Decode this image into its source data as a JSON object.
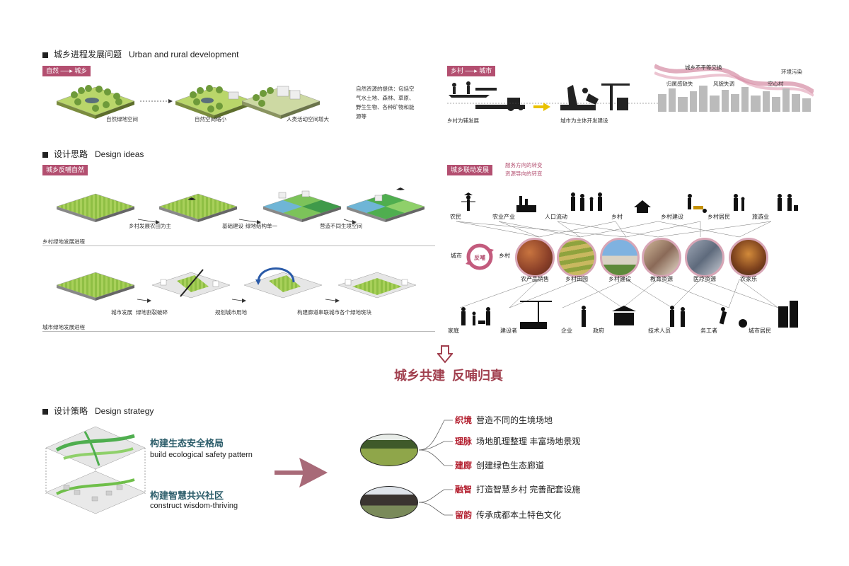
{
  "section1": {
    "title_cn": "城乡进程发展问题",
    "title_en": "Urban and rural development",
    "tag_left": "自然 ──▸ 城乡",
    "tag_right": "乡村 ──▸ 城市",
    "stages": [
      "自然绿地空间",
      "自然空间缩小",
      "人类活动空间增大"
    ],
    "resources_text": [
      "自然资源的提供：包括空",
      "气水土地、森林、草原、",
      "野生生物、各种矿物和能",
      "源等"
    ],
    "rural_label": "乡村为辅发展",
    "urban_label": "城市为主体开发建设",
    "wave_labels": [
      "城乡不平等交换",
      "环境污染",
      "归属感缺失",
      "风貌失调",
      "空心村"
    ]
  },
  "section2": {
    "title_cn": "设计思路",
    "title_en": "Design ideas",
    "tag_left": "城乡反哺自然",
    "tag_right": "城乡联动发展",
    "right_notes": [
      "服务方向的转变",
      "资源导向的转变"
    ],
    "rural_process": {
      "caption": "乡村绿地发展进程",
      "steps": [
        "乡村发展",
        "农田为主",
        "基础建设",
        "绿地结构单一",
        "营造不同生境空间"
      ]
    },
    "urban_process": {
      "caption": "城市绿地发展进程",
      "steps": [
        "城市发展",
        "绿地割裂破碎",
        "规划城市用地",
        "构建廊道串联城市各个绿地斑块"
      ]
    },
    "top_actors": [
      "农民",
      "农业产业",
      "人口流动",
      "乡村",
      "乡村建设",
      "乡村居民",
      "旅游业"
    ],
    "city_label": "城市",
    "village_label": "乡村",
    "feedback_label": "反哺",
    "circles": [
      "农产品销售",
      "乡村田园",
      "乡村建设",
      "教育资源",
      "医疗资源",
      "农家乐"
    ],
    "bottom_actors": [
      "家庭",
      "建设者",
      "企业",
      "政府",
      "技术人员",
      "务工者",
      "城市居民"
    ]
  },
  "conclusion": "城乡共建  反哺归真",
  "section3": {
    "title_cn": "设计策略",
    "title_en": "Design strategy",
    "layers": [
      {
        "cn": "构建生态安全格局",
        "en": "build ecological safety pattern"
      },
      {
        "cn": "构建智慧共兴社区",
        "en": "construct wisdom-thriving"
      }
    ],
    "strategies": [
      {
        "kw": "织境",
        "text": "营造不同的生境场地"
      },
      {
        "kw": "理脉",
        "text": "场地肌理整理  丰富场地景观"
      },
      {
        "kw": "建廊",
        "text": "创建绿色生态廊道"
      },
      {
        "kw": "融智",
        "text": "打造智慧乡村 完善配套设施"
      },
      {
        "kw": "留韵",
        "text": "传承成都本土特色文化"
      }
    ]
  },
  "colors": {
    "accent": "#b34f70",
    "keyword": "#b31e2e",
    "conclusion": "#a1404f",
    "green": "#8fc04a"
  }
}
